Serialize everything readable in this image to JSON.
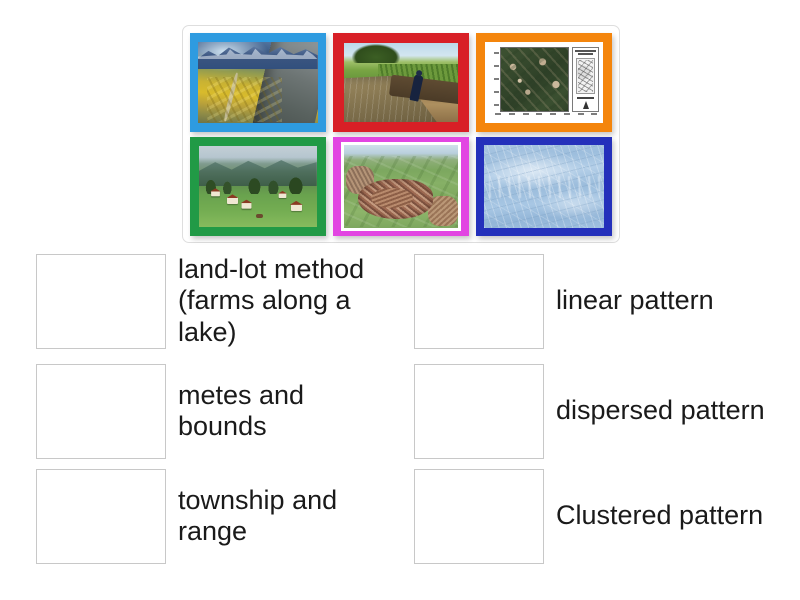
{
  "activity": {
    "type": "match-up-quiz",
    "image_panel": {
      "name": "image-bank",
      "images": [
        {
          "id": "image-1",
          "position": "row1-col1",
          "border_color": "#2e9be0",
          "border_name": "blue",
          "description": "aerial view of alpine valley with yellow-green field strips and rocky ridge"
        },
        {
          "id": "image-2",
          "position": "row1-col2",
          "border_color": "#d81f26",
          "border_name": "red",
          "description": "irrigation ditch through farm field with a worker standing in the channel"
        },
        {
          "id": "image-3",
          "position": "row1-col3",
          "border_color": "#f4850c",
          "border_name": "orange",
          "description": "satellite land-cover map figure with axis tick labels, inset locator map, scale bar and north arrow"
        },
        {
          "id": "image-4",
          "position": "row2-col1",
          "border_color": "#219a46",
          "border_name": "green",
          "description": "green alpine pasture with scattered individual farmhouses and hills behind"
        },
        {
          "id": "image-5",
          "position": "row2-col2",
          "border_color": "#e245e2",
          "border_name": "magenta",
          "description": "aerial view of a dense clustered hilltop town surrounded by green fields"
        },
        {
          "id": "image-6",
          "position": "row2-col3",
          "border_color": "#2430bb",
          "border_name": "navy blue",
          "description": "pale blue faint aerial survey texture image"
        }
      ]
    },
    "answers": {
      "left_column": [
        {
          "id": "answer-1",
          "label": "land-lot method (farms along a lake)"
        },
        {
          "id": "answer-2",
          "label": "metes and bounds"
        },
        {
          "id": "answer-3",
          "label": "township and range"
        }
      ],
      "right_column": [
        {
          "id": "answer-4",
          "label": "linear pattern"
        },
        {
          "id": "answer-5",
          "label": "dispersed pattern"
        },
        {
          "id": "answer-6",
          "label": "Clustered pattern"
        }
      ]
    },
    "colors": {
      "page_background": "#ffffff",
      "panel_border": "#dedede",
      "drop_box_border": "#c8c8c8",
      "text": "#1a1a1a"
    }
  }
}
